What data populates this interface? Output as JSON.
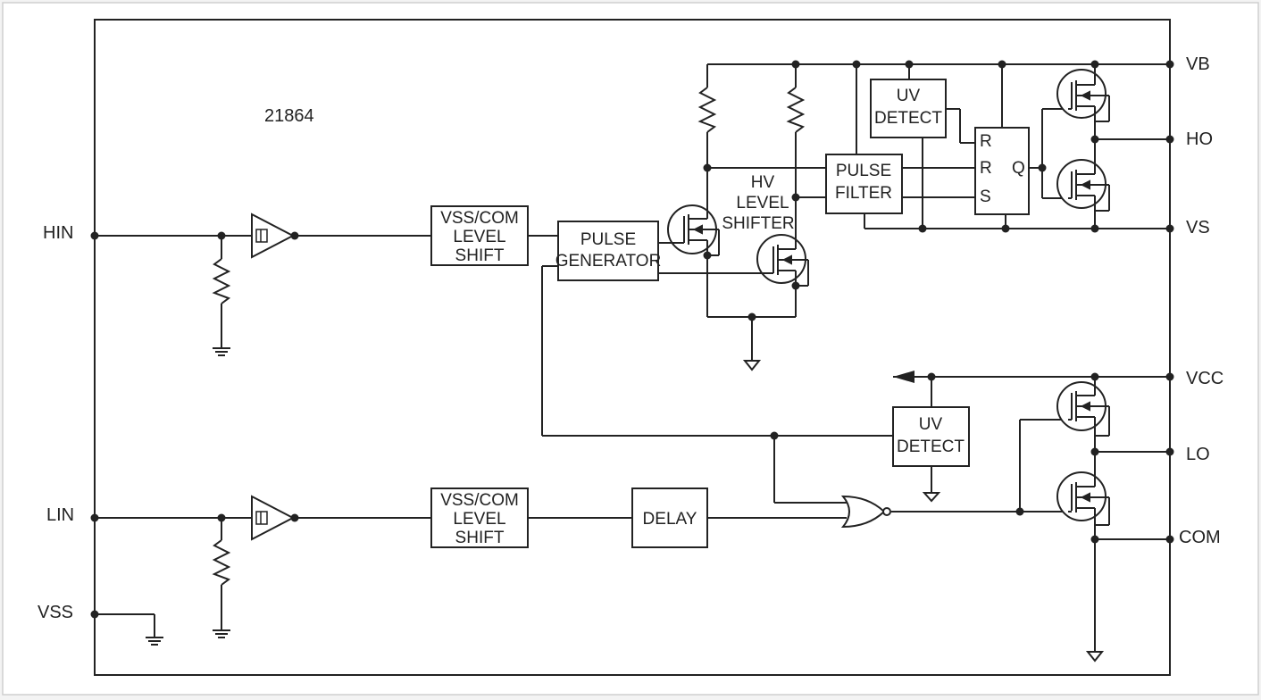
{
  "part_number": "21864",
  "pins": {
    "hin": "HIN",
    "lin": "LIN",
    "vss": "VSS",
    "vb": "VB",
    "ho": "HO",
    "vs": "VS",
    "vcc": "VCC",
    "lo": "LO",
    "com": "COM"
  },
  "blocks": {
    "level_shift_hi": [
      "VSS/COM",
      "LEVEL",
      "SHIFT"
    ],
    "level_shift_lo": [
      "VSS/COM",
      "LEVEL",
      "SHIFT"
    ],
    "pulse_generator": [
      "PULSE",
      "GENERATOR"
    ],
    "hv_level_shifter": [
      "HV",
      "LEVEL",
      "SHIFTER"
    ],
    "pulse_filter": [
      "PULSE",
      "FILTER"
    ],
    "uv_detect_hi": [
      "UV",
      "DETECT"
    ],
    "uv_detect_lo": [
      "UV",
      "DETECT"
    ],
    "delay": "DELAY",
    "latch": {
      "r1": "R",
      "r2": "R",
      "s": "S",
      "q": "Q"
    }
  },
  "colors": {
    "line": "#222222",
    "background": "#f3f3f3",
    "panel": "#ffffff"
  }
}
